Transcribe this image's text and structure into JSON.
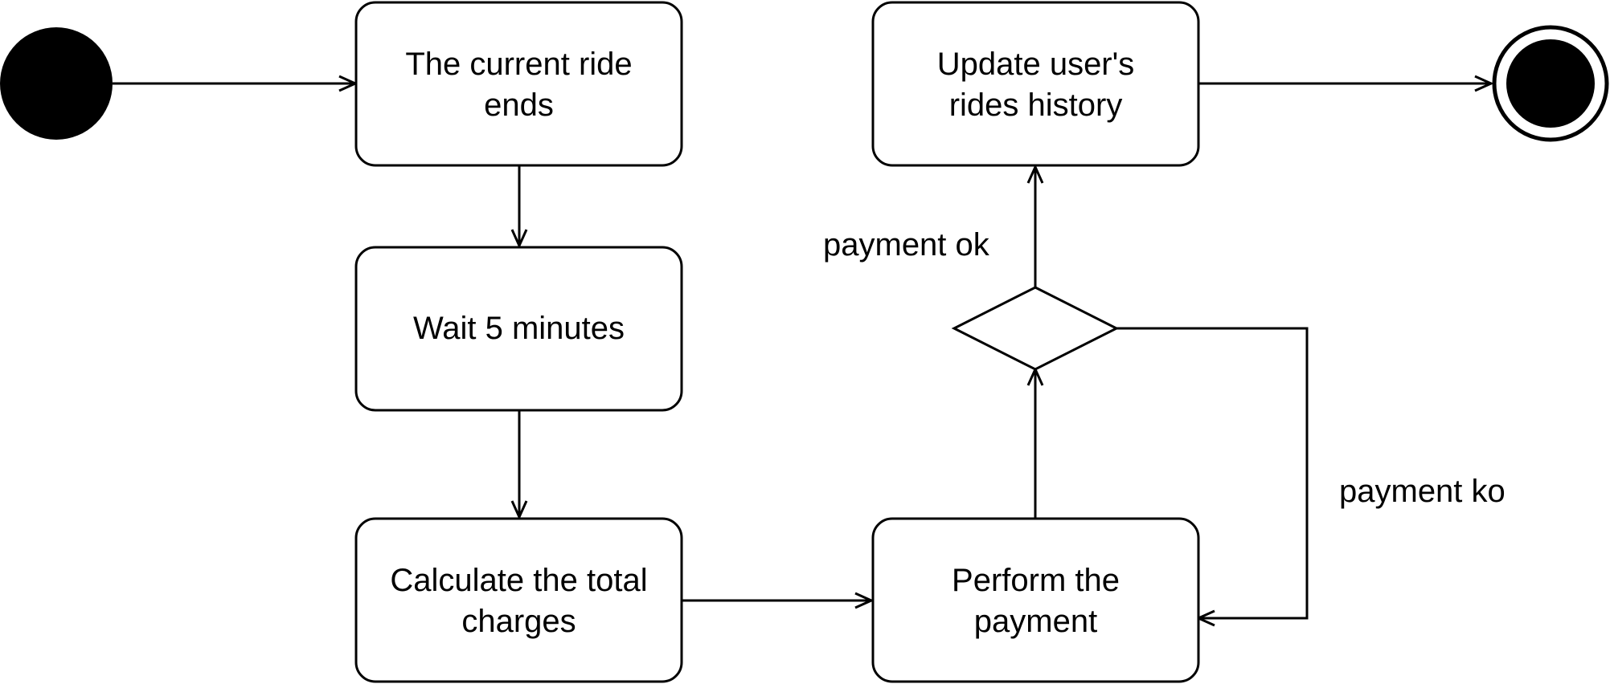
{
  "diagram": {
    "type": "activity-diagram",
    "nodes": {
      "ride_ends": {
        "line1": "The current ride",
        "line2": "ends"
      },
      "wait": {
        "line1": "Wait 5 minutes"
      },
      "calculate": {
        "line1": "Calculate the total",
        "line2": "charges"
      },
      "perform": {
        "line1": "Perform the",
        "line2": "payment"
      },
      "update": {
        "line1": "Update user's",
        "line2": "rides history"
      }
    },
    "labels": {
      "payment_ok": "payment ok",
      "payment_ko": "payment ko"
    },
    "edges": [
      {
        "from": "start",
        "to": "ride_ends"
      },
      {
        "from": "ride_ends",
        "to": "wait"
      },
      {
        "from": "wait",
        "to": "calculate"
      },
      {
        "from": "calculate",
        "to": "perform"
      },
      {
        "from": "perform",
        "to": "decision"
      },
      {
        "from": "decision",
        "to": "update",
        "label": "payment ok"
      },
      {
        "from": "decision",
        "to": "perform",
        "label": "payment ko"
      },
      {
        "from": "update",
        "to": "end"
      }
    ]
  }
}
